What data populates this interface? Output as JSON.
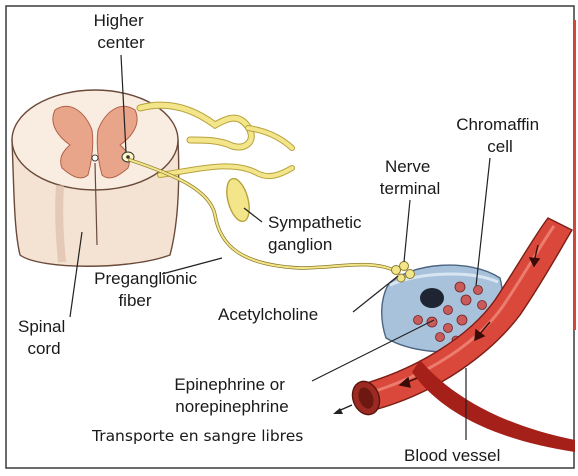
{
  "labels": {
    "higher_center": [
      "Higher",
      "center"
    ],
    "chromaffin_cell": [
      "Chromaffin",
      "cell"
    ],
    "nerve_terminal": [
      "Nerve",
      "terminal"
    ],
    "sympathetic_ganglion": [
      "Sympathetic",
      "ganglion"
    ],
    "preganglionic_fiber": [
      "Preganglionic",
      "fiber"
    ],
    "spinal_cord": [
      "Spinal",
      "cord"
    ],
    "acetylcholine": "Acetylcholine",
    "epinephrine": [
      "Epinephrine or",
      "norepinephrine"
    ],
    "transport_note": "Transporte en sangre libres",
    "blood_vessel": "Blood vessel"
  },
  "colors": {
    "frame": "#3a3a3a",
    "border_accent": "#d04a3a",
    "cord_white_matter": "#f4e2d2",
    "cord_gray_matter": "#e8a58a",
    "nerve_fiber": "#f3e58a",
    "nerve_fiber_edge": "#b8a23c",
    "chromaffin_cell": "#a9c2dc",
    "granule": "#c95b5b",
    "nucleus": "#1f2433",
    "vessel": "#d9483b",
    "vessel_dark": "#9c2a22",
    "swoosh": "#a52019"
  }
}
